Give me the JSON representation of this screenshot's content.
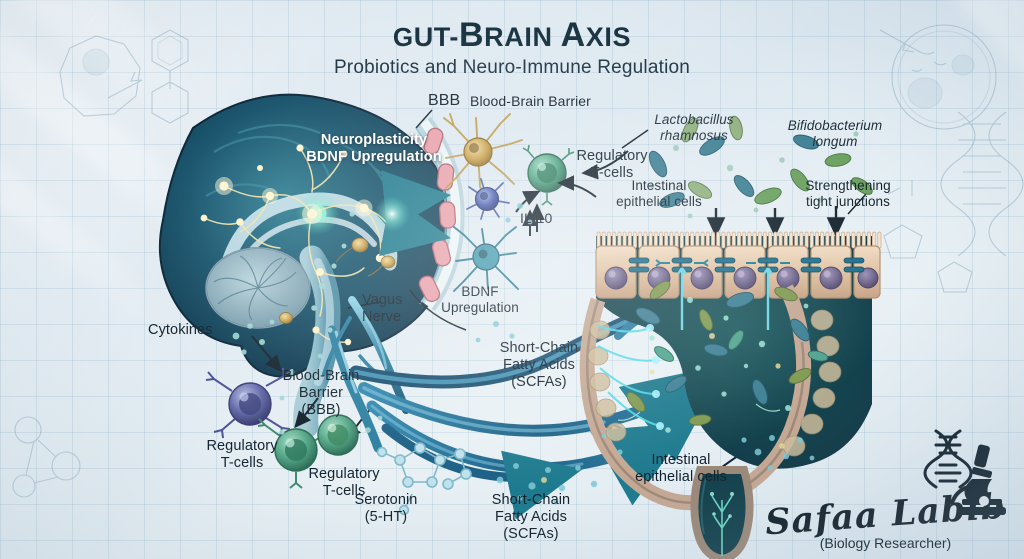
{
  "title": {
    "lead": "G",
    "text_a": "UT-",
    "b": "B",
    "text_b": "RAIN ",
    "c": "A",
    "text_c": "XIS",
    "full": "Gut-Brain Axis"
  },
  "subtitle": "Probiotics and Neuro-Immune Regulation",
  "colors": {
    "background": "#e3ecf2",
    "grid_line": "#78a0b9",
    "title_text": "#17313f",
    "brain_dark": "#0f3a4c",
    "brain_mid": "#1d6f84",
    "neural_glow": "#f4e2a0",
    "arrow_blue": "#1f6f96",
    "epithelial_tan": "#d8bb9a",
    "nucleus_purple": "#6a5f86",
    "lumen_teal": "#17484f",
    "tcell_green": "#4f9e85",
    "immune_purple": "#5c5f9a",
    "bbb_capillary": "#d9808c",
    "neuron_gold": "#c9a84f"
  },
  "labels": [
    {
      "id": "neuroplasticity",
      "text": "Neuroplasticity\nBDNF Upregulation",
      "style": "white"
    },
    {
      "id": "bbb-abbrev",
      "text": "BBB",
      "style": "plain"
    },
    {
      "id": "bbb-expand",
      "text": "Blood-Brain Barrier",
      "style": "plain"
    },
    {
      "id": "regulatory-tcells-top",
      "text": "Regulatory\nT-cells",
      "style": "plain"
    },
    {
      "id": "il-10",
      "text": "IL-10",
      "style": "plain"
    },
    {
      "id": "bdnf-upregulation",
      "text": "BDNF\nUpregulation",
      "style": "plain"
    },
    {
      "id": "lactobacillus",
      "text": "Lactobacillus\nrhamnosus",
      "style": "italic"
    },
    {
      "id": "bifidobacterium",
      "text": "Bifidobacterium\nlongum",
      "style": "italic"
    },
    {
      "id": "intestinal-epithelial-top",
      "text": "Intestinal\nepithelial cells",
      "style": "plain"
    },
    {
      "id": "tight-junctions",
      "text": "Strengthening\ntight junctions",
      "style": "plain"
    },
    {
      "id": "cytokines",
      "text": "Cytokines",
      "style": "plain"
    },
    {
      "id": "vagus-nerve",
      "text": "Vagus\nNerve",
      "style": "plain"
    },
    {
      "id": "bbb-full",
      "text": "Blood-Brain\nBarrier\n(BBB)",
      "style": "plain"
    },
    {
      "id": "regulatory-tcells-left",
      "text": "Regulatory\nT-cells",
      "style": "plain"
    },
    {
      "id": "regulatory-tcells-mid",
      "text": "Regulatory\nT-cells",
      "style": "plain"
    },
    {
      "id": "serotonin",
      "text": "Serotonin\n(5-HT)",
      "style": "plain"
    },
    {
      "id": "scfa-upper",
      "text": "Short-Chain\nFatty Acids\n(SCFAs)",
      "style": "plain"
    },
    {
      "id": "scfa-lower",
      "text": "Short-Chain\nFatty Acids\n(SCFAs)",
      "style": "plain"
    },
    {
      "id": "intestinal-epithelial-bottom",
      "text": "Intestinal\nepithelial cells",
      "style": "plain"
    }
  ],
  "label_text": {
    "neuroplasticity": "Neuroplasticity\nBDNF Upregulation",
    "bbb_abbrev": "BBB",
    "bbb_expand": "Blood-Brain Barrier",
    "regulatory_tcells_top": "Regulatory\nT-cells",
    "il_10": "IL-10",
    "bdnf_upregulation": "BDNF\nUpregulation",
    "lactobacillus": "Lactobacillus\nrhamnosus",
    "bifidobacterium": "Bifidobacterium\nlongum",
    "intestinal_epithelial_top": "Intestinal\nepithelial cells",
    "tight_junctions": "Strengthening\ntight junctions",
    "cytokines": "Cytokines",
    "vagus_nerve": "Vagus\nNerve",
    "bbb_full": "Blood-Brain\nBarrier\n(BBB)",
    "regulatory_tcells_left": "Regulatory\nT-cells",
    "regulatory_tcells_mid": "Regulatory\nT-cells",
    "serotonin": "Serotonin\n(5-HT)",
    "scfa_upper": "Short-Chain\nFatty Acids\n(SCFAs)",
    "scfa_lower": "Short-Chain\nFatty Acids\n(SCFAs)",
    "intestinal_epithelial_bottom": "Intestinal\nepithelial cells"
  },
  "signature": {
    "name": "Safaa Labib",
    "role": "(Biology Researcher)"
  },
  "figure_elements": [
    "brain-illustration",
    "cerebellum",
    "brainstem",
    "vagus-nerve-fibers",
    "blood-brain-barrier-capillary",
    "gold-neuron",
    "microglia-cell",
    "teal-neuron",
    "regulatory-t-cell",
    "immune-cell",
    "serotonin-molecule",
    "intestinal-villi",
    "epithelial-cell-layer",
    "tight-junction",
    "gut-lumen",
    "bacteria",
    "scfa-particles",
    "signal-arrows"
  ]
}
